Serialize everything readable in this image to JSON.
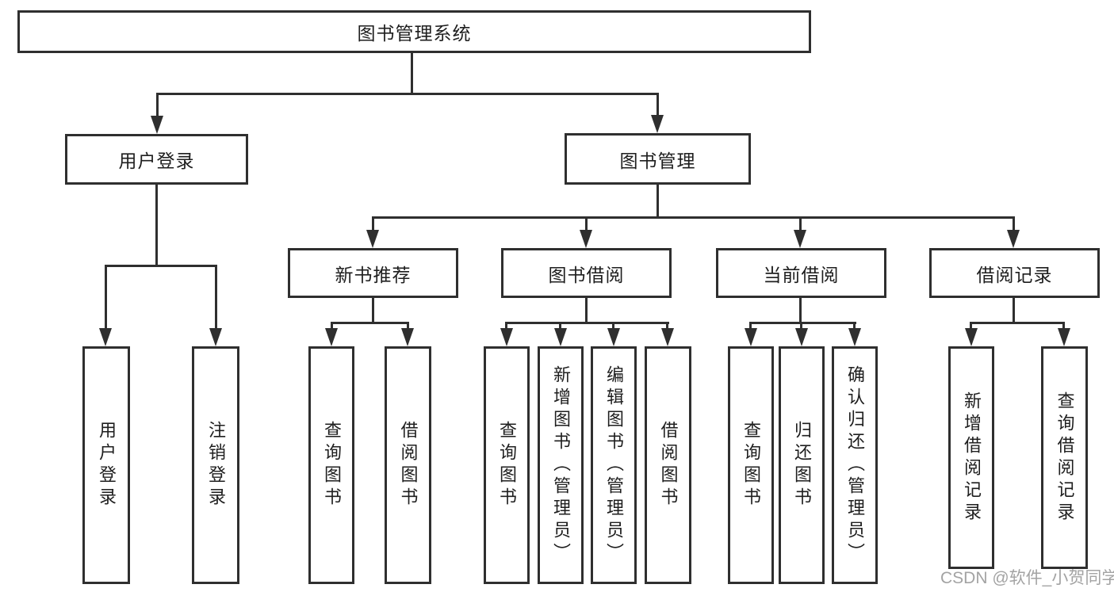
{
  "tree": {
    "root": "图书管理系统",
    "children": [
      {
        "label": "用户登录",
        "children": [
          {
            "label": "用户登录"
          },
          {
            "label": "注销登录"
          }
        ]
      },
      {
        "label": "图书管理",
        "children": [
          {
            "label": "新书推荐",
            "children": [
              {
                "label": "查询图书"
              },
              {
                "label": "借阅图书"
              }
            ]
          },
          {
            "label": "图书借阅",
            "children": [
              {
                "label": "查询图书"
              },
              {
                "label": "新增图书（管理员）"
              },
              {
                "label": "编辑图书（管理员）"
              },
              {
                "label": "借阅图书"
              }
            ]
          },
          {
            "label": "当前借阅",
            "children": [
              {
                "label": "查询图书"
              },
              {
                "label": "归还图书"
              },
              {
                "label": "确认归还（管理员）"
              }
            ]
          },
          {
            "label": "借阅记录",
            "children": [
              {
                "label": "新增借阅记录"
              },
              {
                "label": "查询借阅记录"
              }
            ]
          }
        ]
      }
    ]
  },
  "watermark": "CSDN @软件_小贺同学",
  "colors": {
    "line": "#2f2f2f",
    "text": "#1e1e1e",
    "watermark": "#a3a3a3",
    "background": "#ffffff"
  }
}
